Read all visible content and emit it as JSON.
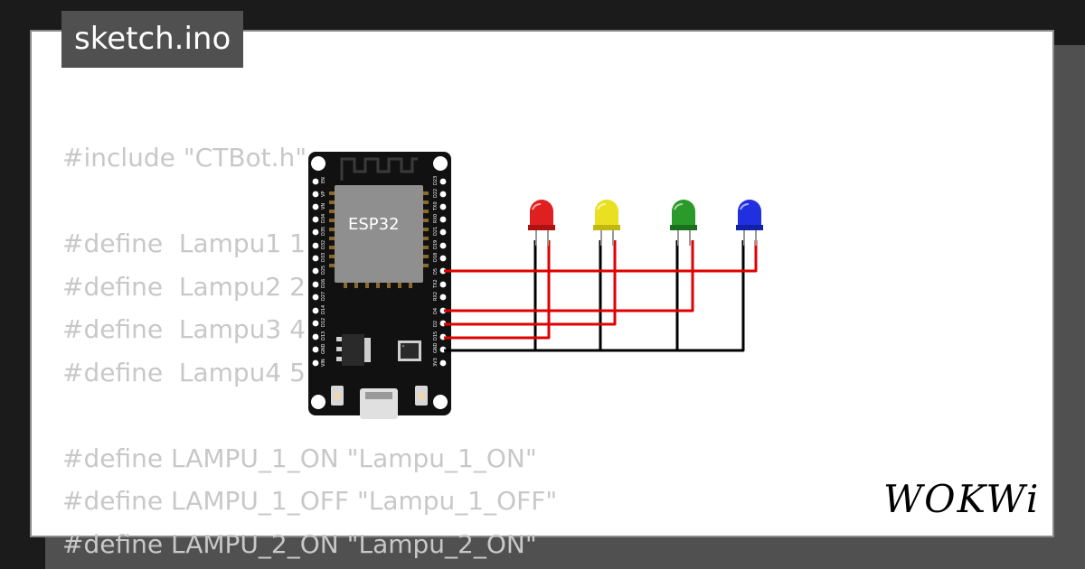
{
  "tab": {
    "filename": "sketch.ino"
  },
  "code_lines": [
    "#include \"CTBot.h\"",
    "",
    "#define  Lampu1 1",
    "#define  Lampu2 2",
    "#define  Lampu3 4",
    "#define  Lampu4 5",
    "",
    "#define LAMPU_1_ON \"Lampu_1_ON\"",
    "#define LAMPU_1_OFF \"Lampu_1_OFF\"",
    "#define LAMPU_2_ON \"Lampu_2_ON\""
  ],
  "board": {
    "label": "ESP32",
    "pins_left": [
      "EN",
      "VP",
      "VN",
      "D34",
      "D35",
      "D32",
      "D33",
      "D25",
      "D26",
      "D27",
      "D14",
      "D12",
      "D13",
      "GND",
      "VIN"
    ],
    "pins_right": [
      "D23",
      "D22",
      "TX0",
      "RX0",
      "D21",
      "D19",
      "D18",
      "D5",
      "TX2",
      "RX2",
      "D4",
      "D2",
      "D15",
      "GND",
      "3V3"
    ]
  },
  "leds": [
    {
      "name": "red-led",
      "color": "#e02020"
    },
    {
      "name": "yellow-led",
      "color": "#e8e020"
    },
    {
      "name": "green-led",
      "color": "#2a9a2a"
    },
    {
      "name": "blue-led",
      "color": "#2030e0"
    }
  ],
  "logo": {
    "text": "WOKWi"
  },
  "colors": {
    "wire_signal": "#e00000",
    "wire_ground": "#000000",
    "tab_bg": "#505050"
  }
}
